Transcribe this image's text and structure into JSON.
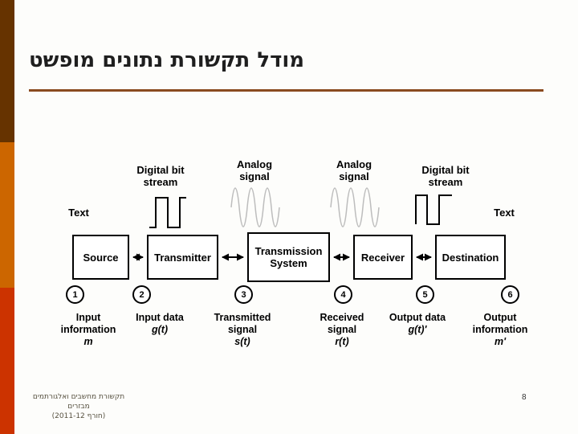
{
  "slide": {
    "title": "מודל תקשורת נתונים מופשט",
    "footer": {
      "line1": "תקשורת מחשבים ואלגורתמים מבזרים",
      "line2": "(חורף 2011-12)"
    },
    "page_number": "8"
  },
  "colors": {
    "sidebar_top": "#663300",
    "sidebar_middle": "#cc6600",
    "sidebar_bottom": "#cc3300",
    "title_rule": "#8a4a1f",
    "sine_wave": "#bdbdbd",
    "diagram_ink": "#000000",
    "background": "#fdfdfb"
  },
  "diagram": {
    "top_labels": {
      "text_left": "Text",
      "digital_left": "Digital bit stream",
      "analog_left": "Analog signal",
      "analog_right": "Analog signal",
      "digital_right": "Digital bit stream",
      "text_right": "Text"
    },
    "icons": {
      "wave_digital_left": "square-wave-icon",
      "wave_analog_left": "sine-wave-icon",
      "wave_analog_right": "sine-wave-icon",
      "wave_digital_right": "square-wave-icon",
      "connector": "double-arrow-icon"
    },
    "boxes": [
      "Source",
      "Transmitter",
      "Transmission System",
      "Receiver",
      "Destination"
    ],
    "stages": [
      {
        "num": "1",
        "label": "Input information",
        "formula": "m"
      },
      {
        "num": "2",
        "label": "Input data",
        "formula": "g(t)"
      },
      {
        "num": "3",
        "label": "Transmitted signal",
        "formula": "s(t)"
      },
      {
        "num": "4",
        "label": "Received signal",
        "formula": "r(t)"
      },
      {
        "num": "5",
        "label": "Output data",
        "formula": "g(t)'"
      },
      {
        "num": "6",
        "label": "Output information",
        "formula": "m'"
      }
    ]
  }
}
